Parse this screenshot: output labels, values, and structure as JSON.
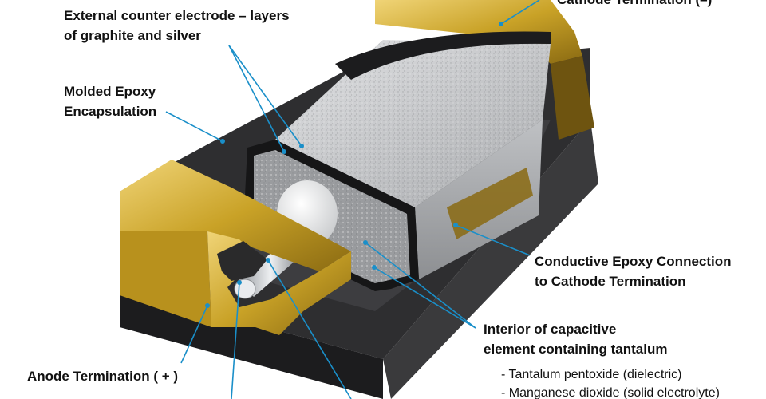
{
  "labels": {
    "cathode_termination": "Cathode Termination (–)",
    "counter_electrode_line1": "External counter electrode – layers",
    "counter_electrode_line2": "of graphite and silver",
    "epoxy_line1": "Molded Epoxy",
    "epoxy_line2": "Encapsulation",
    "conductive_line1": "Conductive Epoxy Connection",
    "conductive_line2": "to Cathode Termination",
    "interior_line1": "Interior of capacitive",
    "interior_line2": "element containing tantalum",
    "interior_sub1": "- Tantalum pentoxide (dielectric)",
    "interior_sub2": "- Manganese dioxide (solid electrolyte)",
    "anode_termination": "Anode Termination ( + )"
  },
  "colors": {
    "leader_line": "#1a8fc9",
    "gold": "#c9a227",
    "gold_light": "#e3c45a",
    "epoxy_body": "#2e2e30",
    "tantalum_block": "#b9bbbd",
    "silver_wire": "#cfd2d6"
  }
}
